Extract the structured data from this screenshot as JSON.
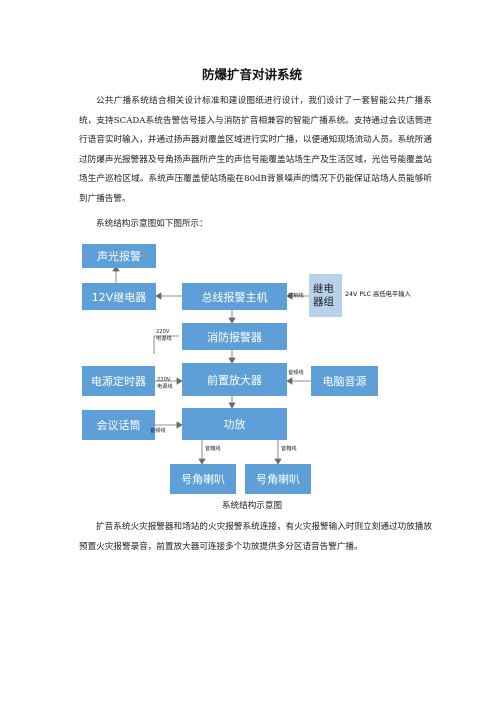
{
  "document": {
    "title": "防爆扩音对讲系统",
    "paragraph1": "公共广播系统结合相关设计标准和建设图纸进行设计，我们设计了一套智能公共广播系统，支持SCADA系统告警信号接入与消防扩音相兼容的智能广播系统。支持通过会议话筒进行语音实时输入，并通过扬声器对覆盖区域进行实时广播，以便通知现场流动人员。系统所通过防爆声光报警器及号角扬声器所产生的声信号能覆盖站场生产及生活区域，光信号能覆盖站场生产巡检区域。系统声压覆盖使站场能在80dB背景噪声的情况下仍能保证站场人员能够听到广播告警。",
    "paragraph2": "系统结构示意图如下图所示：",
    "caption": "系统结构示意图",
    "paragraph3": "扩音系统火灾报警器和场站的火灾报警系统连接，有火灾报警输入时则立刻通过功放播放预置火灾报警录音，前置放大器可连接多个功放提供多分区语音告警广播。"
  },
  "diagram": {
    "boxes": {
      "alarm_light": "声光报警",
      "relay_12v": "12V继电器",
      "bus_alarm_host": "总线报警主机",
      "relay_group": "继电\n器组",
      "fire_alarm": "消防报警器",
      "power_timer": "电源定时器",
      "preamp": "前置放大器",
      "pc_audio": "电脑音源",
      "conference_mic": "会议话筒",
      "amplifier": "功放",
      "horn_left": "号角喇叭",
      "horn_right": "号角喇叭"
    },
    "labels": {
      "plc_input": "24V PLC 高低电平输入",
      "control_line": "控制线",
      "power_line_1": "220V\n电源线",
      "power_line_2": "220V\n电源线",
      "audio_line_pc": "音频线",
      "audio_line_mic": "音频线",
      "speaker_line_left": "音箱线",
      "speaker_line_right": "音箱线"
    },
    "colors": {
      "box_fill": "#5e9fd7",
      "relay_group_fill": "#b7d2ea",
      "line": "#6b6b6b"
    }
  }
}
